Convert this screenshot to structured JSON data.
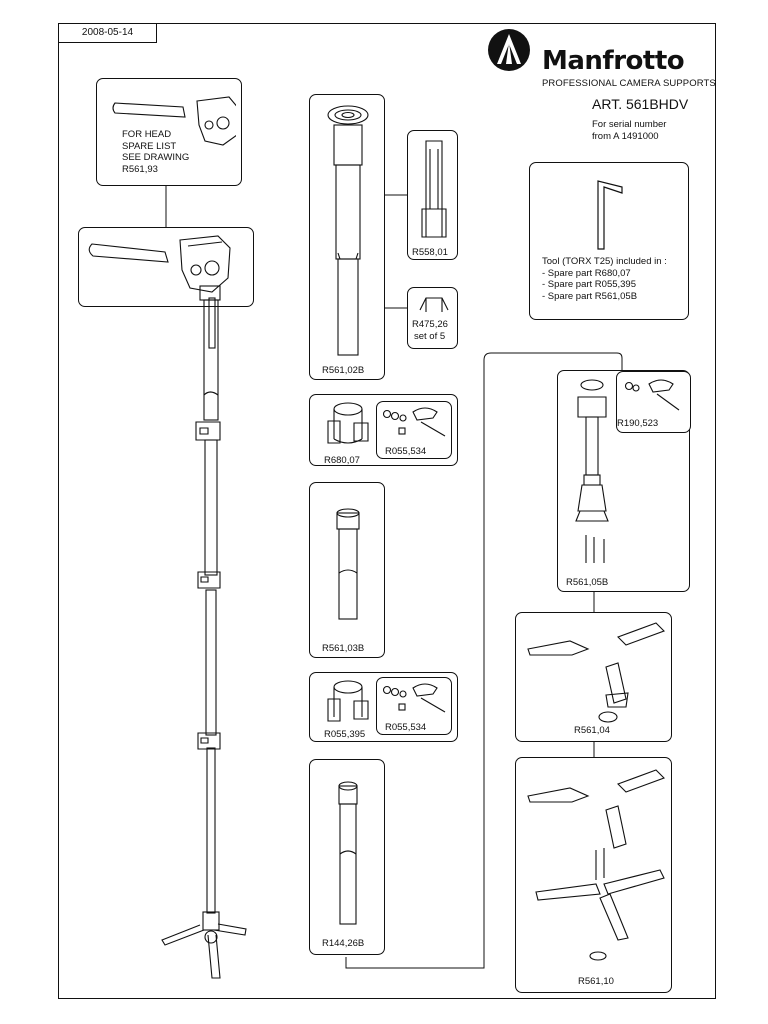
{
  "header": {
    "date": "2008-05-14",
    "brand": "Manfrotto",
    "brand_sub": "PROFESSIONAL CAMERA SUPPORTS",
    "article": "ART. 561BHDV",
    "serial_line1": "For serial number",
    "serial_line2": "from A 1491000"
  },
  "head_note": {
    "line1": "FOR HEAD",
    "line2": "SPARE LIST",
    "line3": "SEE DRAWING",
    "line4": "R561,93"
  },
  "tool_note": {
    "line1": "Tool (TORX T25) included in :",
    "line2": "- Spare part R680,07",
    "line3": "- Spare part R055,395",
    "line4": "- Spare part R561,05B"
  },
  "parts": {
    "r561_02b": "R561,02B",
    "r558_01": "R558,01",
    "r475_26": "R475,26",
    "r475_26_qty": "set of 5",
    "r680_07": "R680,07",
    "r055_534_a": "R055,534",
    "r561_03b": "R561,03B",
    "r055_395": "R055,395",
    "r055_534_b": "R055,534",
    "r144_26b": "R144,26B",
    "r190_523": "R190,523",
    "r561_05b": "R561,05B",
    "r561_04": "R561,04",
    "r561_10": "R561,10"
  },
  "colors": {
    "line": "#111111",
    "paper": "#ffffff"
  }
}
